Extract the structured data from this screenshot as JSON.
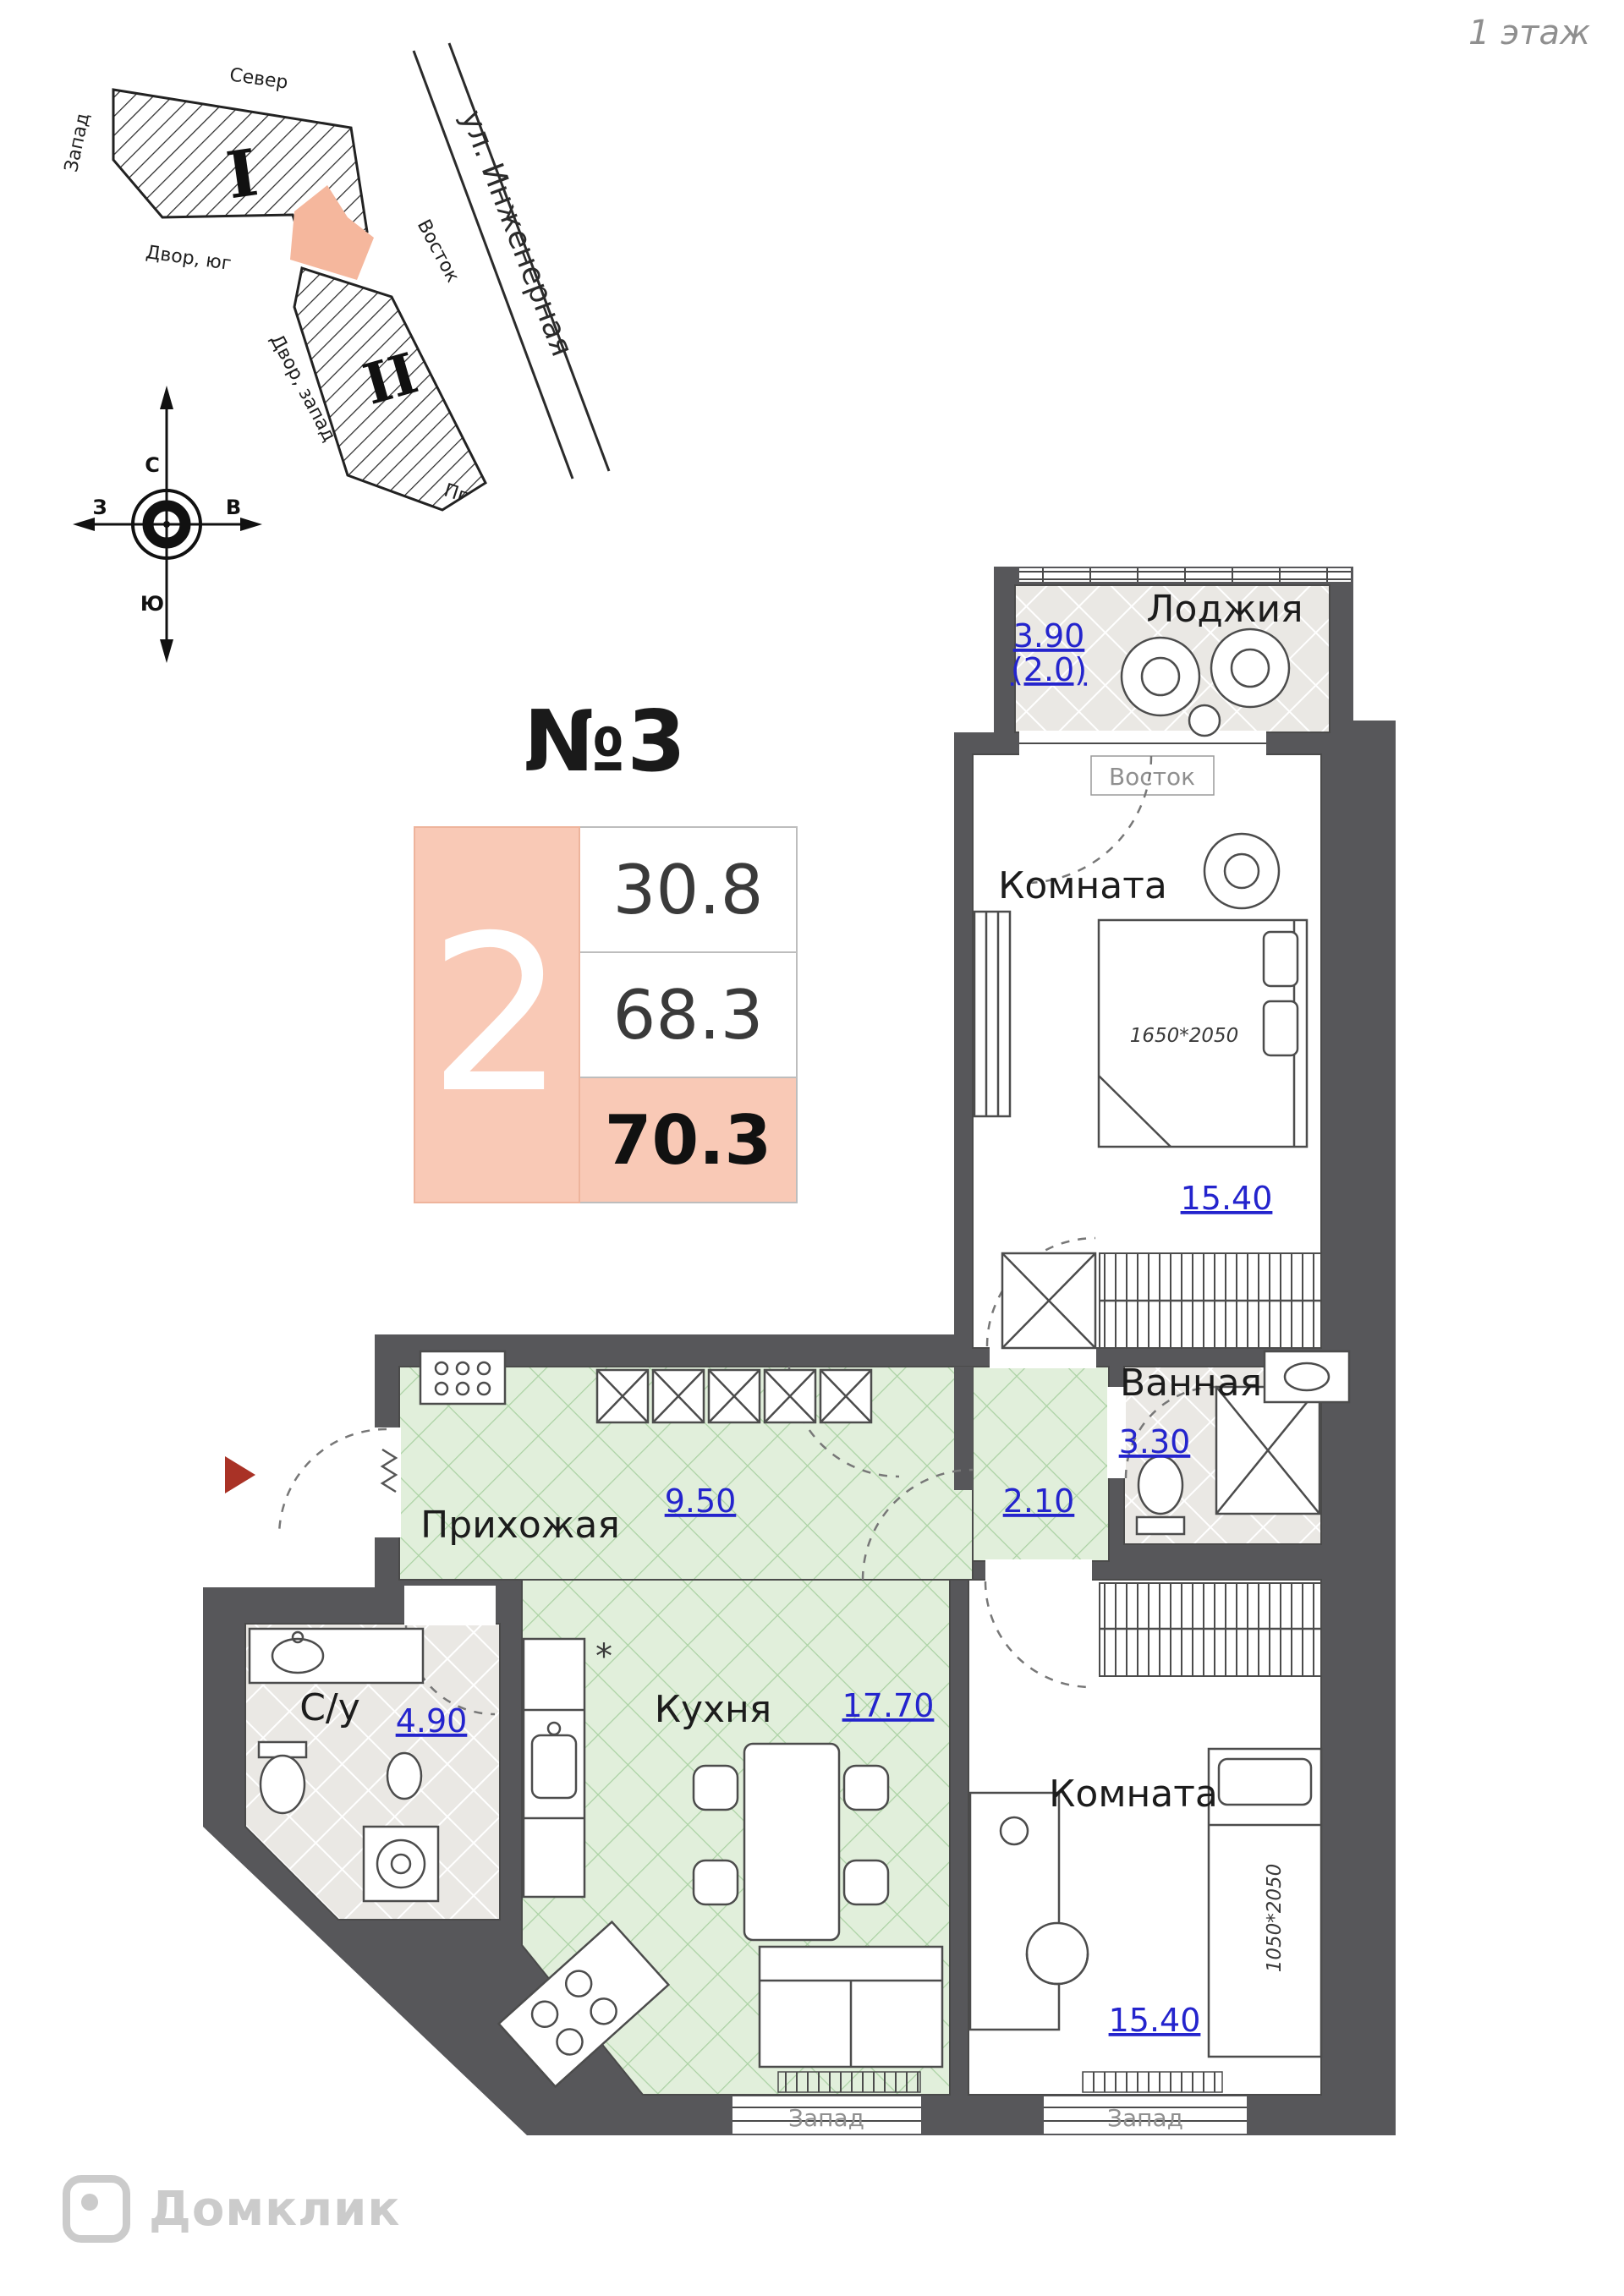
{
  "header": {
    "floor_label": "1 этаж",
    "apartment_number": "№3"
  },
  "site": {
    "street": "ул. Инженерная",
    "north": "Север",
    "west": "Запад",
    "east": "Восток",
    "yard_south": "Двор, юг",
    "yard_west": "Двор, запад",
    "section1": "I",
    "section2": "II",
    "pg": "Пг"
  },
  "compass": {
    "n": "С",
    "s": "Ю",
    "w": "З",
    "e": "В"
  },
  "card": {
    "rooms": "2",
    "living_area": "30.8",
    "area": "68.3",
    "total_area": "70.3"
  },
  "plan": {
    "loggia_name": "Лоджия",
    "loggia_area": "3.90",
    "loggia_area_coeff": "(2.0)",
    "room_top_name": "Комната",
    "room_top_area": "15.40",
    "room_top_bed": "1650*2050",
    "bathroom_name": "Ванная",
    "bathroom_area": "3.30",
    "corridor_area": "2.10",
    "hallway_name": "Прихожая",
    "hallway_area": "9.50",
    "wc_name": "С/у",
    "wc_area": "4.90",
    "kitchen_name": "Кухня",
    "kitchen_area": "17.70",
    "kitchen_vent_mark": "*",
    "room_bottom_name": "Комната",
    "room_bottom_area": "15.40",
    "room_bottom_bed": "1050*2050",
    "east_window": "Восток",
    "west_window_kitchen": "Запад",
    "west_window_room": "Запад"
  },
  "watermark": {
    "brand": "Домклик"
  },
  "colors": {
    "accent_salmon": "#f9c9b6",
    "wall_gray": "#57575a",
    "area_blue": "#2424cd",
    "green_tile": "#e1efdb",
    "gray_tile": "#eae8e4",
    "muted_text": "#8f8f8f",
    "entry_arrow_red": "#a93226"
  }
}
